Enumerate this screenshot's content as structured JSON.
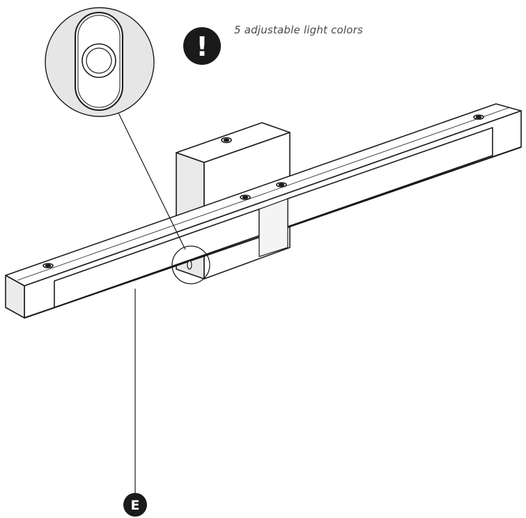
{
  "note": {
    "icon": "exclamation-warning-icon",
    "icon_glyph": "!",
    "text": "5 adjustable light colors"
  },
  "callout": {
    "label": "E"
  },
  "detail_view": {
    "subject": "adjustment-button-closeup"
  },
  "colors": {
    "line": "#1a1a1a",
    "badge": "#1a1a1a",
    "badge_text": "#ffffff",
    "zoom_fill": "#e6e6e6",
    "face_light": "#ffffff",
    "face_shade": "#efefef",
    "note_text": "#4a4a4a"
  }
}
